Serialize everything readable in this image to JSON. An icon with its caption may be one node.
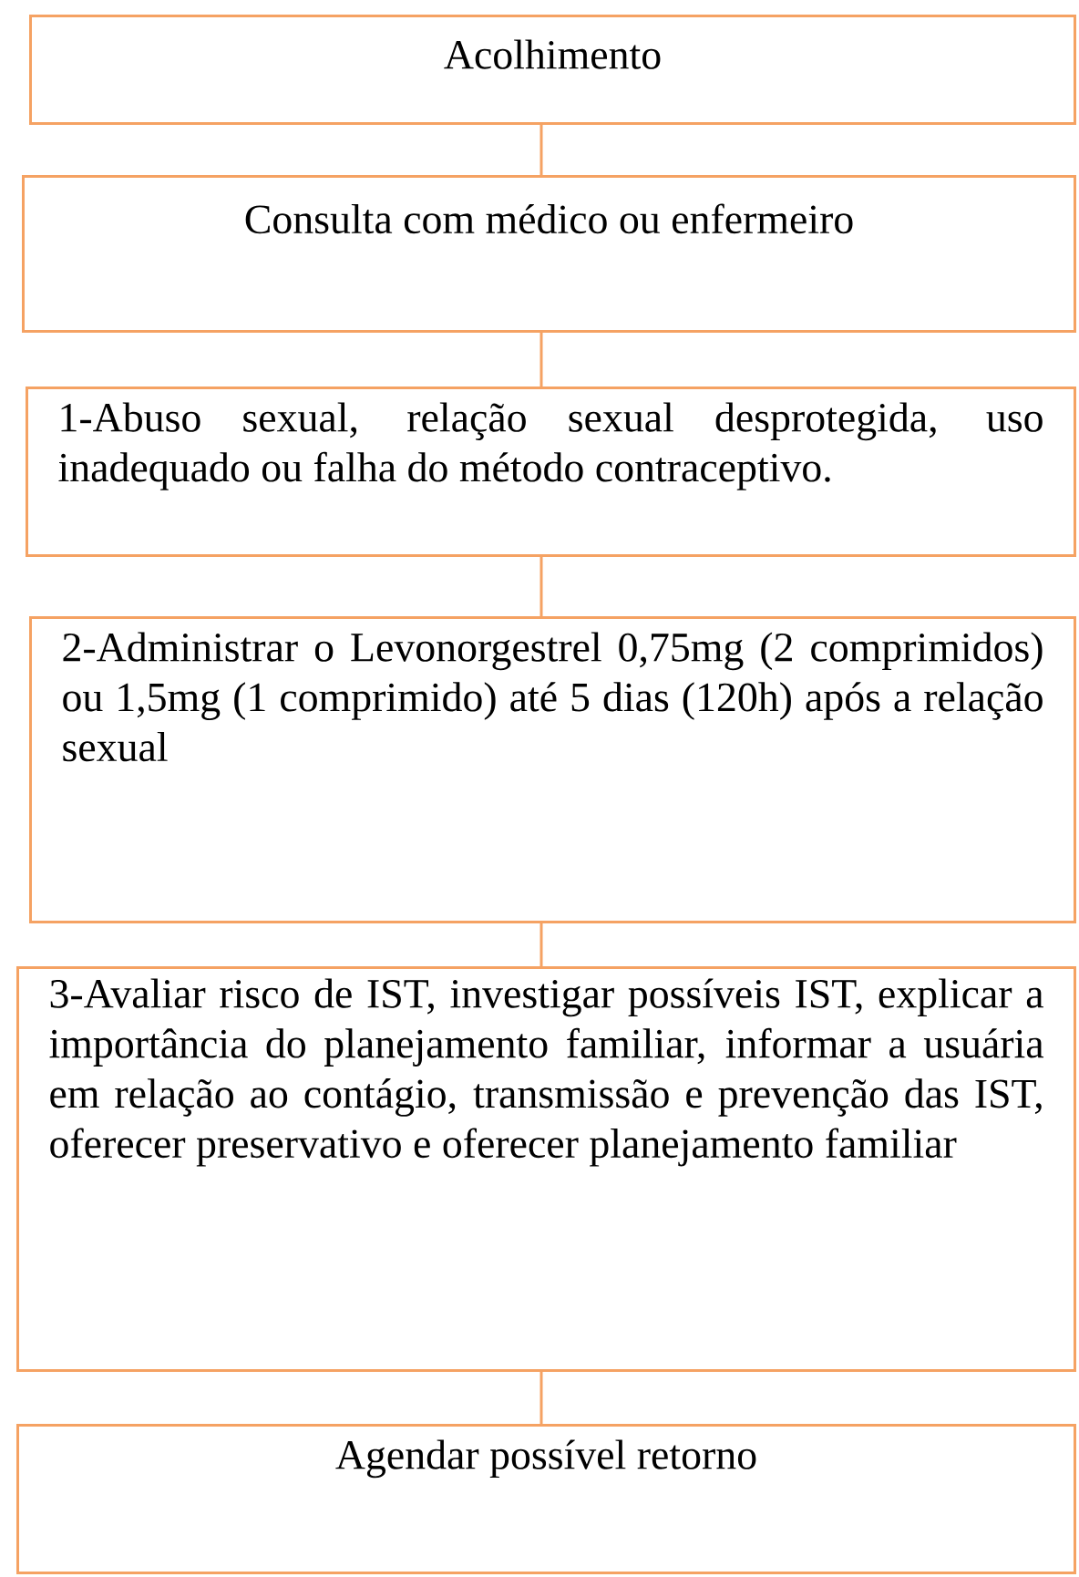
{
  "diagram": {
    "nodes": [
      {
        "text": [
          "Acolhimento"
        ]
      },
      {
        "text": [
          "Consulta com médico ou enfermeiro"
        ]
      },
      {
        "text": [
          "1-Abuso sexual, relação sexual desprotegida, uso inadequado ou falha do método contraceptivo."
        ]
      },
      {
        "text": [
          "2-Administrar o Levonorgestrel 0,75mg (2 comprimidos) ou 1,5mg (1 comprimido) até 5 dias (120h) após a relação sexual"
        ]
      },
      {
        "text": [
          "3-Avaliar risco de IST, investigar possíveis IST, explicar a importância do planejamento familiar, informar a usuária em relação ao contágio, transmissão e prevenção das IST, oferecer preservativo e oferecer planejamento familiar"
        ]
      },
      {
        "text": [
          "Agendar possível retorno"
        ]
      }
    ],
    "edges": [
      {
        "from": 0,
        "to": 1,
        "arrow": "none"
      },
      {
        "from": 1,
        "to": 2,
        "arrow": "none"
      },
      {
        "from": 2,
        "to": 3,
        "arrow": "none"
      },
      {
        "from": 3,
        "to": 4,
        "arrow": "none"
      },
      {
        "from": 4,
        "to": 5,
        "arrow": "none"
      }
    ]
  }
}
